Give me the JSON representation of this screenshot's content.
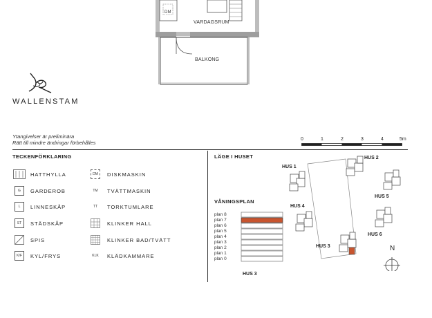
{
  "plan": {
    "dm_label": "DM",
    "living_room": "VARDAGSRUM",
    "balcony": "BALKONG"
  },
  "logo": {
    "name": "WALLENSTAM"
  },
  "notes": {
    "line1": "Ytangivelser är preliminära",
    "line2": "Rätt till mindre ändringar förbehålles"
  },
  "scale": {
    "ticks": [
      "0",
      "1",
      "2",
      "3",
      "4",
      "5m"
    ]
  },
  "legend": {
    "title": "TECKENFÖRKLARING",
    "left": [
      {
        "code": "",
        "label": "HATTHYLLA",
        "icon": "hat-shelf-icon"
      },
      {
        "code": "G",
        "label": "GARDEROB",
        "icon": "wardrobe-icon"
      },
      {
        "code": "L",
        "label": "LINNESKÅP",
        "icon": "linen-cabinet-icon"
      },
      {
        "code": "ST",
        "label": "STÄDSKÅP",
        "icon": "cleaning-cabinet-icon"
      },
      {
        "code": "",
        "label": "SPIS",
        "icon": "stove-icon"
      },
      {
        "code": "K/F",
        "label": "KYL/FRYS",
        "icon": "fridge-freezer-icon"
      }
    ],
    "right": [
      {
        "code": "DM",
        "label": "DISKMASKIN",
        "icon": "dishwasher-icon"
      },
      {
        "code": "TM",
        "label": "TVÄTTMASKIN",
        "icon": "washing-machine-icon"
      },
      {
        "code": "TT",
        "label": "TORKTUMLARE",
        "icon": "tumble-dryer-icon"
      },
      {
        "code": "",
        "label": "KLINKER HALL",
        "icon": "tile-hall-icon"
      },
      {
        "code": "",
        "label": "KLINKER BAD/TVÄTT",
        "icon": "tile-bath-icon"
      },
      {
        "code": "KLK",
        "label": "KLÄDKAMMARE",
        "icon": "walk-in-closet-icon"
      }
    ]
  },
  "location": {
    "title": "LÄGE I HUSET",
    "houses": [
      "HUS 1",
      "HUS 2",
      "HUS 4",
      "HUS 5",
      "HUS 3",
      "HUS 6"
    ],
    "north": "N",
    "highlight_color": "#c8552f"
  },
  "floors": {
    "title": "VÅNINGSPLAN",
    "levels": [
      "plan 8",
      "plan 7",
      "plan 6",
      "plan 5",
      "plan 4",
      "plan 3",
      "plan 2",
      "plan 1",
      "plan 0"
    ],
    "highlighted": "plan 7",
    "building": "HUS 3"
  }
}
